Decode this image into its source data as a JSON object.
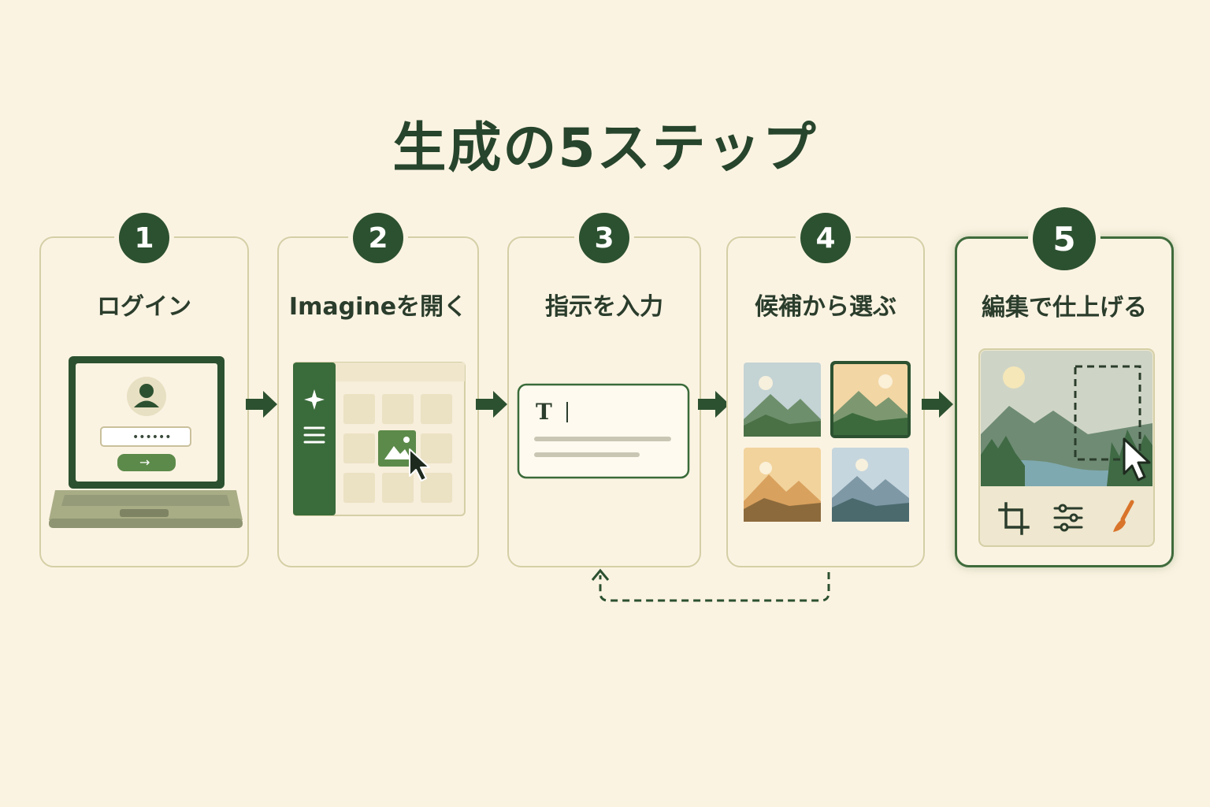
{
  "title": "生成の5ステップ",
  "steps": [
    {
      "number": "1",
      "label": "ログイン"
    },
    {
      "number": "2",
      "label": "Imagineを開く"
    },
    {
      "number": "3",
      "label": "指示を入力"
    },
    {
      "number": "4",
      "label": "候補から選ぶ"
    },
    {
      "number": "5",
      "label": "編集で仕上げる"
    }
  ],
  "illustrations": {
    "login": {
      "password_mask": "••••••",
      "submit_arrow": "→"
    },
    "prompt": {
      "text_glyph": "T"
    }
  },
  "icons": [
    "user-icon",
    "sparkle-icon",
    "menu-icon",
    "image-icon",
    "cursor-icon",
    "crop-icon",
    "sliders-icon",
    "brush-icon"
  ],
  "colors": {
    "background": "#fbf3e2",
    "primary": "#2c5130",
    "accent": "#5c8a4a",
    "border": "#d4cfa6",
    "brush": "#d9742b"
  }
}
